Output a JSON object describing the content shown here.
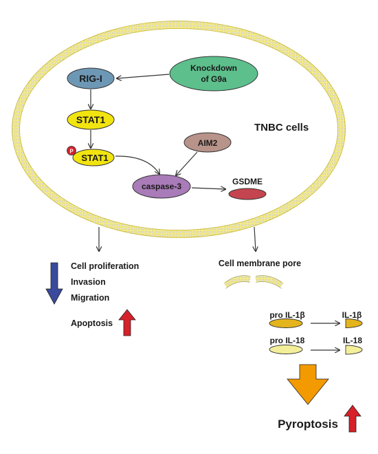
{
  "nodes": {
    "knockdown": {
      "line1": "Knockdown",
      "line2": "of G9a",
      "color": "#5dbf8c"
    },
    "rig1": {
      "label": "RIG-I",
      "color": "#6d98b5"
    },
    "stat1": {
      "label": "STAT1",
      "color": "#f2e40f"
    },
    "pstat1": {
      "label": "STAT1",
      "phospho": "P",
      "color": "#f2e40f",
      "phospho_color": "#d6202a"
    },
    "aim2": {
      "label": "AIM2",
      "color": "#b8938a"
    },
    "caspase3": {
      "label": "caspase-3",
      "color": "#a97bb8"
    },
    "gsdme": {
      "label": "GSDME",
      "color": "#c4454f"
    }
  },
  "cell_label": "TNBC cells",
  "effects": {
    "down_items": [
      "Cell proliferation",
      "Invasion",
      "Migration"
    ],
    "apoptosis": "Apoptosis",
    "down_arrow_color": "#3a4a9c",
    "up_arrow_color": "#d6202a"
  },
  "pore": {
    "label": "Cell membrane pore",
    "cytokines": [
      {
        "pro": "pro IL-1β",
        "mature": "IL-1β",
        "color": "#e3b41c"
      },
      {
        "pro": "pro IL-18",
        "mature": "IL-18",
        "color": "#f3ee9a"
      }
    ]
  },
  "outcome": {
    "label": "Pyroptosis",
    "arrow_color": "#f29a00"
  },
  "membrane_color": "#e6d84a"
}
